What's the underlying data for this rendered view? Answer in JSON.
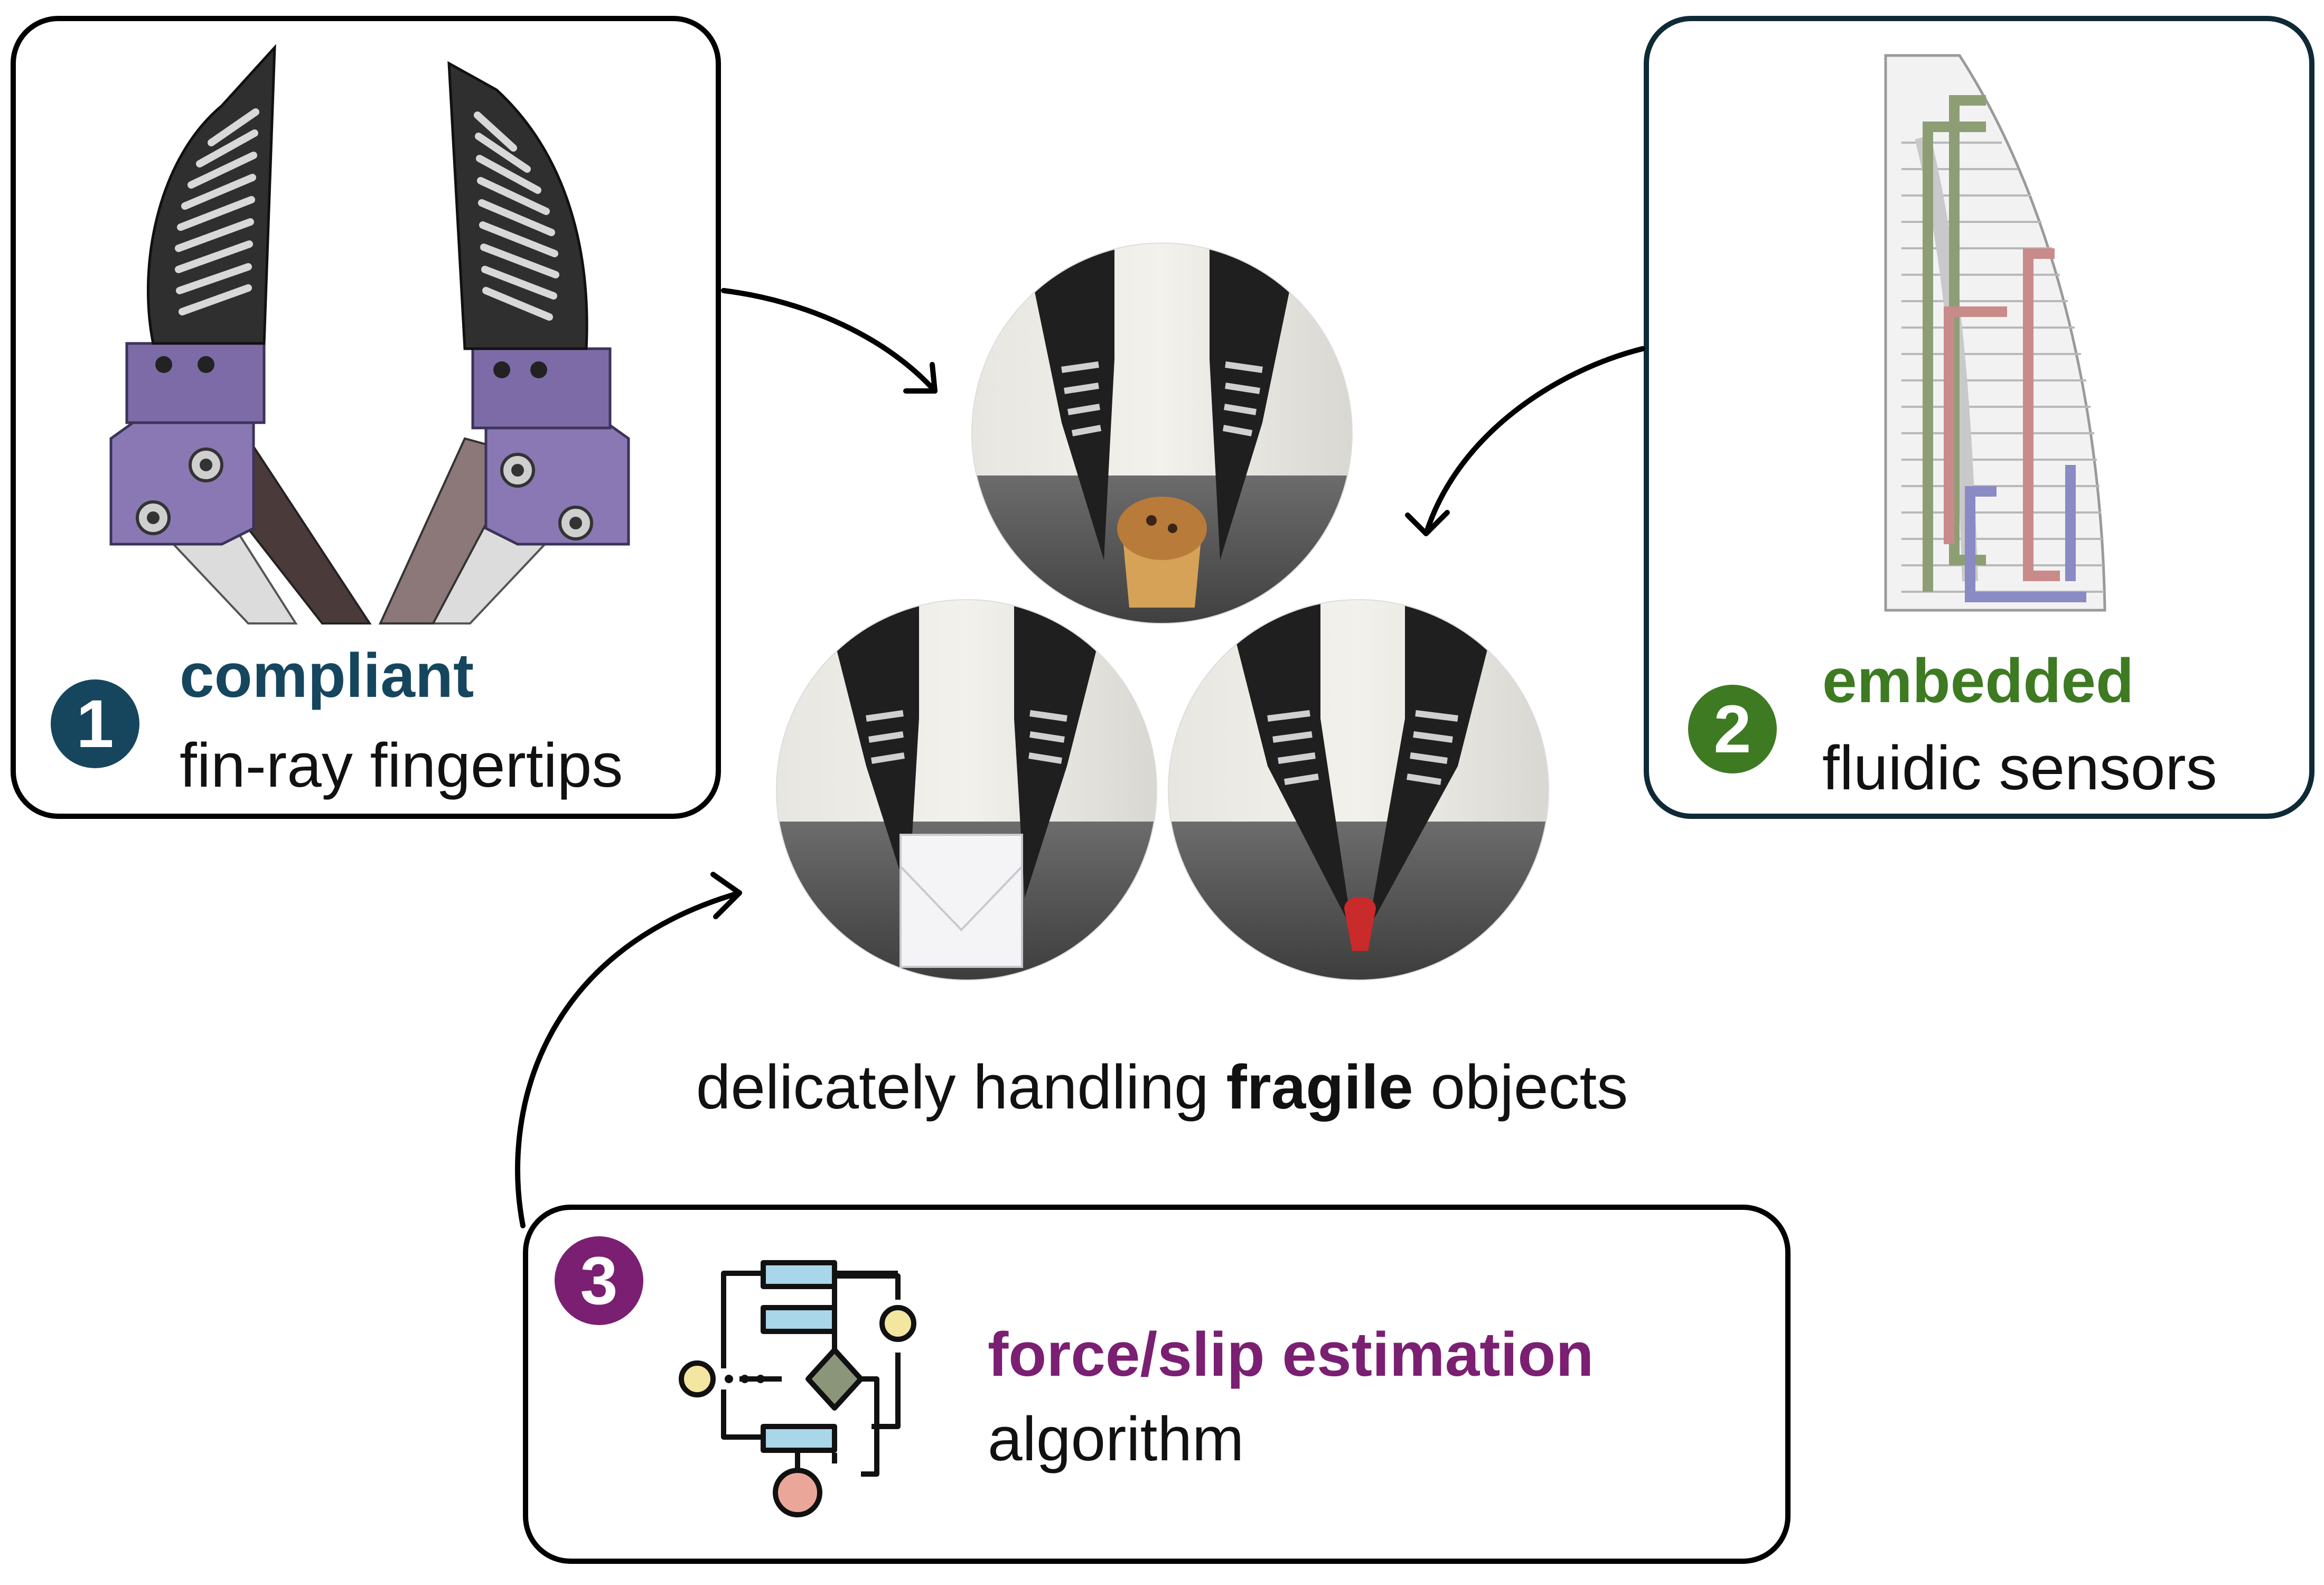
{
  "panels": {
    "p1": {
      "number": "1",
      "title": "compliant",
      "subtitle": "fin-ray fingertips"
    },
    "p2": {
      "number": "2",
      "title": "embedded",
      "subtitle": "fluidic sensors"
    },
    "p3": {
      "number": "3",
      "title": "force/slip estimation",
      "subtitle": "algorithm"
    }
  },
  "caption": {
    "before": "delicately handling ",
    "emph": "fragile",
    "after": " objects"
  },
  "colors": {
    "p1_accent": "#16465e",
    "p2_accent": "#3d7a22",
    "p3_accent": "#7a1f72",
    "panel_border": "#000000",
    "p2_border": "#0f2a36",
    "gripper_purple": "#8a78b4",
    "finger_dark": "#2b2b2b"
  },
  "icons": [
    "gripper-cad-image",
    "fluidic-sensor-cad-image",
    "flowchart-icon",
    "arrow-icon"
  ],
  "photos": [
    "muffin-grasp-photo",
    "paper-box-grasp-photo",
    "strawberry-grasp-photo"
  ]
}
